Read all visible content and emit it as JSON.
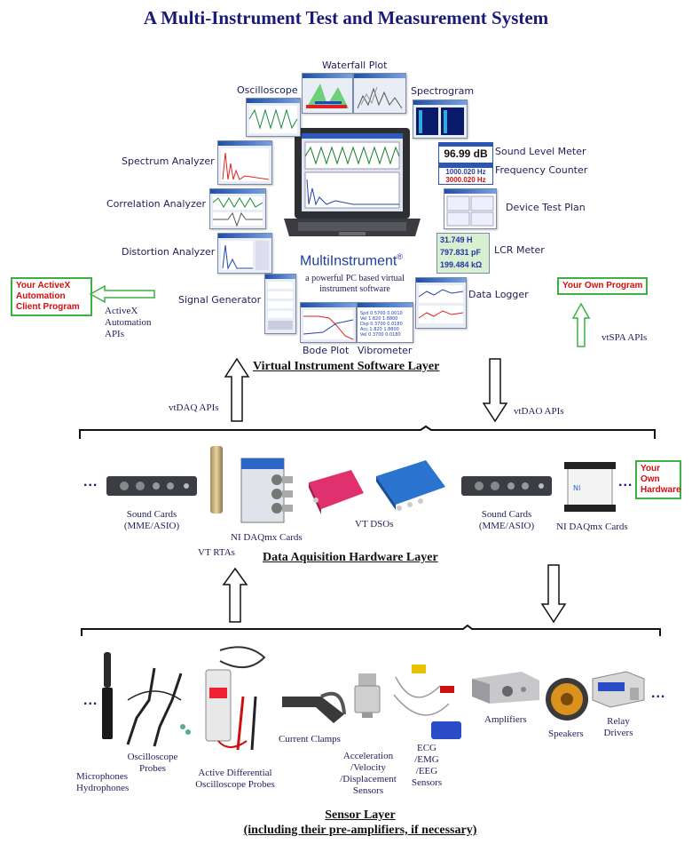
{
  "title": "A Multi-Instrument Test and Measurement System",
  "software": {
    "instruments": {
      "waterfall": "Waterfall Plot",
      "oscilloscope": "Oscilloscope",
      "spectrogram": "Spectrogram",
      "spectrum": "Spectrum Analyzer",
      "correlation": "Correlation Analyzer",
      "distortion": "Distortion Analyzer",
      "signal_gen": "Signal Generator",
      "bode": "Bode Plot",
      "vibrometer": "Vibrometer",
      "sound_level": "Sound Level Meter",
      "freq_counter": "Frequency Counter",
      "device_test": "Device Test Plan",
      "lcr": "LCR Meter",
      "data_logger": "Data Logger"
    },
    "logo": "MultiInstrument",
    "tagline_line1": "a powerful PC based virtual",
    "tagline_line2": "instrument software",
    "meter_readings": {
      "db": "96.99 dB",
      "hz1": "1000.020 Hz",
      "hz2": "3000.020 Hz",
      "lcr1": "31.749 H",
      "lcr2": "797.831 pF",
      "lcr3": "199.484 kΩ"
    },
    "layer_label": "Virtual Instrument Software Layer"
  },
  "activex": {
    "box_line1": "Your ActiveX",
    "box_line2": "Automation",
    "box_line3": "Client Program",
    "api_line1": "ActiveX",
    "api_line2": "Automation",
    "api_line3": "APIs"
  },
  "own_program": {
    "box": "Your Own Program",
    "api": "vtSPA APIs"
  },
  "apis": {
    "vtdaq": "vtDAQ APIs",
    "vtdao": "vtDAO APIs"
  },
  "hardware": {
    "sound_cards_left_1": "Sound Cards",
    "sound_cards_left_2": "(MME/ASIO)",
    "vt_rtas": "VT RTAs",
    "ni_daqmx_left": "NI DAQmx Cards",
    "vt_dsos": "VT DSOs",
    "sound_cards_right_1": "Sound Cards",
    "sound_cards_right_2": "(MME/ASIO)",
    "ni_daqmx_right": "NI DAQmx Cards",
    "own_hw_1": "Your",
    "own_hw_2": "Own",
    "own_hw_3": "Hardware",
    "layer_label": "Data Aquisition Hardware Layer"
  },
  "sensors": {
    "microphones_1": "Microphones",
    "microphones_2": "Hydrophones",
    "osc_probes_1": "Oscilloscope",
    "osc_probes_2": "Probes",
    "active_diff_1": "Active Differential",
    "active_diff_2": "Oscilloscope Probes",
    "current_clamps": "Current Clamps",
    "accel_1": "Acceleration",
    "accel_2": "/Velocity",
    "accel_3": "/Displacement",
    "accel_4": "Sensors",
    "ecg_1": "ECG",
    "ecg_2": "/EMG",
    "ecg_3": "/EEG",
    "ecg_4": "Sensors",
    "amplifiers": "Amplifiers",
    "speakers": "Speakers",
    "relay_1": "Relay",
    "relay_2": "Drivers",
    "layer_label_1": "Sensor Layer",
    "layer_label_2": "(including their pre-amplifiers, if necessary)"
  },
  "ellipsis": "...",
  "colors": {
    "title": "#1a1a7a",
    "label": "#1e1e5a",
    "box_border": "#3cb043",
    "box_text": "#d01010"
  }
}
